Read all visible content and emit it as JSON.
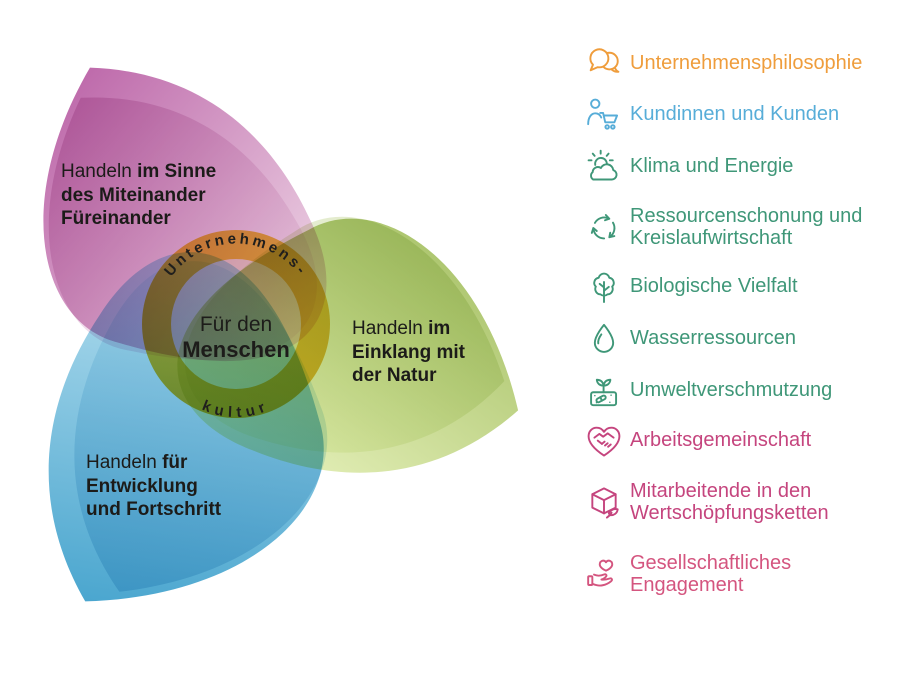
{
  "diagram": {
    "center": {
      "line1": "Für den",
      "line2": "Menschen"
    },
    "ring": {
      "arc_top": "Unternehmens-",
      "arc_bottom": "kultur",
      "ring_color": "#efc441",
      "inner_color": "#f9f4dc"
    },
    "petals": [
      {
        "id": "miteinander",
        "color": "#b04a99",
        "line1_regular": "Handeln ",
        "line1_bold": "im Sinne",
        "line2_bold": "des Miteinander",
        "line3_bold": "Füreinander"
      },
      {
        "id": "natur",
        "color": "#9bb951",
        "line1_regular": "Handeln ",
        "line1_bold": "im",
        "line2_bold": "Einklang mit",
        "line3_bold": "der Natur"
      },
      {
        "id": "entwicklung",
        "color": "#1e90c3",
        "line1_regular": "Handeln ",
        "line1_bold": "für",
        "line2_bold": "Entwicklung",
        "line3_bold": "und Fortschritt"
      }
    ]
  },
  "legend": {
    "items": [
      {
        "icon": "speech-bubbles-icon",
        "label": "Unternehmensphilosophie",
        "color": "#EF9D3C"
      },
      {
        "icon": "customer-cart-icon",
        "label": "Kundinnen und Kunden",
        "color": "#57ADD8"
      },
      {
        "icon": "sun-cloud-icon",
        "label": "Klima und Energie",
        "color": "#3F9778"
      },
      {
        "icon": "recycle-arrows-icon",
        "label": "Ressourcenschonung und Kreislaufwirtschaft",
        "color": "#3F9778"
      },
      {
        "icon": "tree-icon",
        "label": "Biologische Vielfalt",
        "color": "#3F9778"
      },
      {
        "icon": "water-drop-icon",
        "label": "Wasserressourcen",
        "color": "#3F9778"
      },
      {
        "icon": "soil-sprout-icon",
        "label": "Umweltverschmutzung",
        "color": "#3F9778"
      },
      {
        "icon": "handshake-heart-icon",
        "label": "Arbeitsgemeinschaft",
        "color": "#C5457E"
      },
      {
        "icon": "box-leaf-icon",
        "label": "Mitarbeitende in den Wertschöpfungsketten",
        "color": "#C5457E"
      },
      {
        "icon": "hand-heart-icon",
        "label": "Gesellschaftliches Engagement",
        "color": "#D4557F"
      }
    ]
  }
}
